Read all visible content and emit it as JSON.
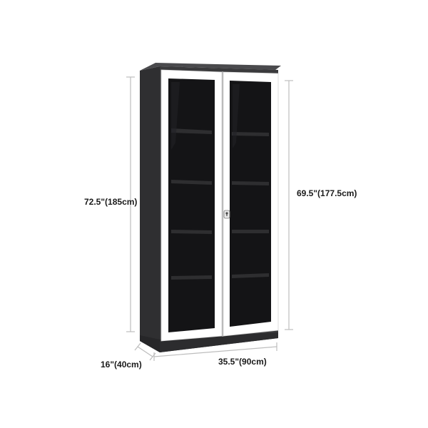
{
  "product": {
    "name": "glass-door-steel-storage-cabinet",
    "colors": {
      "frame": "#3a3a3c",
      "frame_dark": "#2c2c2e",
      "door_frame": "#ffffff",
      "glass": "#141416",
      "shelf": "#2e2e30",
      "dimension_line": "#bdbdbd",
      "label": "#1a1a1a"
    }
  },
  "dimensions": {
    "total_height": "72.5\"(185cm)",
    "inner_height": "69.5\"(177.5cm)",
    "depth": "16\"(40cm)",
    "width": "35.5\"(90cm)"
  }
}
